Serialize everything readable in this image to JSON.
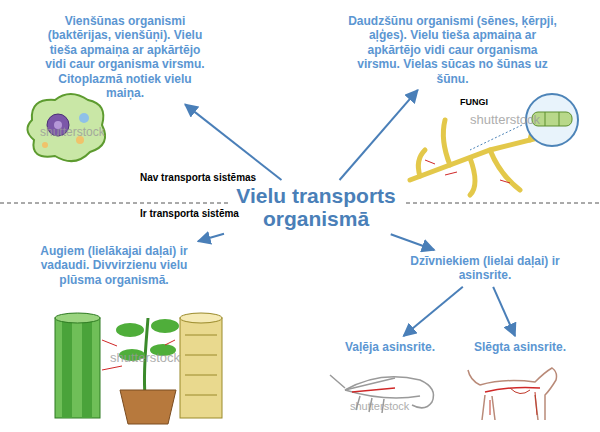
{
  "diagram": {
    "nodes": [
      {
        "text": [
          "Vienšūnas organismi (baktērijas, vienšūņi). Vielu tieša apmaiņa ar apkārtējo vidi caur organisma virsmu. Citoplazmā notiek vielu maiņa."
        ]
      },
      {
        "text": [
          "Daudzšūnu organismi (sēnes, ķērpji, aļģes). Vielu tieša apmaiņa ar apkārtējo vidi caur organisma virsmu. Vielas sūcas no šūnas uz šūnu."
        ]
      },
      {
        "text": [
          "Vielu transports organismā"
        ]
      },
      {
        "text": [
          "Augiem (lielākajai daļai) ir vadaudi. Divvirzienu vielu plūsma organismā."
        ]
      },
      {
        "text": [
          "Dzīvniekiem (lielai daļai) ir asinsrite."
        ]
      },
      {
        "text": [
          "Vaļēja asinsrite."
        ]
      },
      {
        "text": [
          "Slēgta asinsrite."
        ]
      }
    ],
    "edges": [
      {
        "from": 2,
        "to": 0,
        "arrow": "to"
      },
      {
        "from": 2,
        "to": 1,
        "arrow": "to"
      },
      {
        "from": 2,
        "to": 3,
        "arrow": "to"
      },
      {
        "from": 2,
        "to": 4,
        "arrow": "to"
      },
      {
        "from": 4,
        "to": 5,
        "arrow": "to"
      },
      {
        "from": 4,
        "to": 6,
        "arrow": "to"
      }
    ],
    "labels": [
      "Nav transporta sistēmas",
      "Ir transporta sistēma",
      "FUNGI",
      "shutterstock",
      "shutterstock",
      "shutterstock",
      "shutterstock"
    ]
  }
}
